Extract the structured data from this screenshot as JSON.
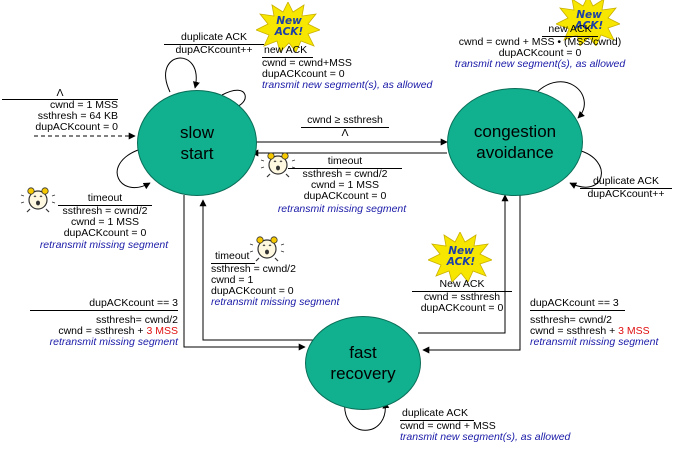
{
  "states": {
    "slow_start": [
      "slow",
      "start"
    ],
    "congestion_avoidance": [
      "congestion",
      "avoidance"
    ],
    "fast_recovery": [
      "fast",
      "recovery"
    ]
  },
  "badges": [
    "New",
    "ACK!"
  ],
  "transitions": {
    "initial": {
      "event": "Λ",
      "actions": [
        "cwnd = 1 MSS",
        "ssthresh = 64 KB",
        "dupACKcount = 0"
      ]
    },
    "ss_dup_ack": {
      "event": "duplicate ACK",
      "actions": [
        "dupACKcount++"
      ]
    },
    "ss_new_ack": {
      "event": "new ACK",
      "actions": [
        "cwnd = cwnd+MSS",
        "dupACKcount = 0",
        "transmit new segment(s), as allowed"
      ]
    },
    "ss_timeout": {
      "event": "timeout",
      "actions": [
        "ssthresh = cwnd/2",
        "cwnd = 1 MSS",
        "dupACKcount = 0",
        "retransmit missing segment"
      ]
    },
    "ss_to_ca": {
      "event": "cwnd ≥ ssthresh",
      "actions": [
        "Λ"
      ]
    },
    "ca_timeout": {
      "event": "timeout",
      "actions": [
        "ssthresh = cwnd/2",
        "cwnd = 1 MSS",
        "dupACKcount = 0",
        "retransmit missing segment"
      ]
    },
    "ca_new_ack": {
      "event": "new ACK",
      "actions": [
        "cwnd = cwnd + MSS • (MSS/cwnd)",
        "dupACKcount = 0",
        "transmit new segment(s), as allowed"
      ]
    },
    "ca_dup_ack": {
      "event": "duplicate ACK",
      "actions": [
        "dupACKcount++"
      ]
    },
    "fr_timeout": {
      "event": "timeout",
      "actions": [
        "ssthresh = cwnd/2",
        "cwnd = 1",
        "dupACKcount = 0",
        "retransmit missing segment"
      ]
    },
    "fr_new_ack": {
      "event": "New ACK",
      "actions": [
        "cwnd = ssthresh",
        "dupACKcount = 0"
      ]
    },
    "ss_to_fr": {
      "event": "dupACKcount == 3",
      "actions": [
        "ssthresh= cwnd/2",
        "cwnd = ssthresh + ",
        "3 MSS",
        "retransmit missing segment"
      ]
    },
    "ca_to_fr": {
      "event": "dupACKcount == 3",
      "actions": [
        "ssthresh= cwnd/2",
        "cwnd = ssthresh + ",
        "3 MSS",
        "retransmit missing segment"
      ]
    },
    "fr_dup_ack": {
      "event": "duplicate ACK",
      "actions": [
        "cwnd = cwnd + MSS",
        "transmit new segment(s), as allowed"
      ]
    }
  },
  "colors": {
    "state_fill": "#11b08e",
    "action_blue": "#1a1aa8",
    "highlight_red": "#e01010",
    "badge_fill": "#f7e600"
  }
}
